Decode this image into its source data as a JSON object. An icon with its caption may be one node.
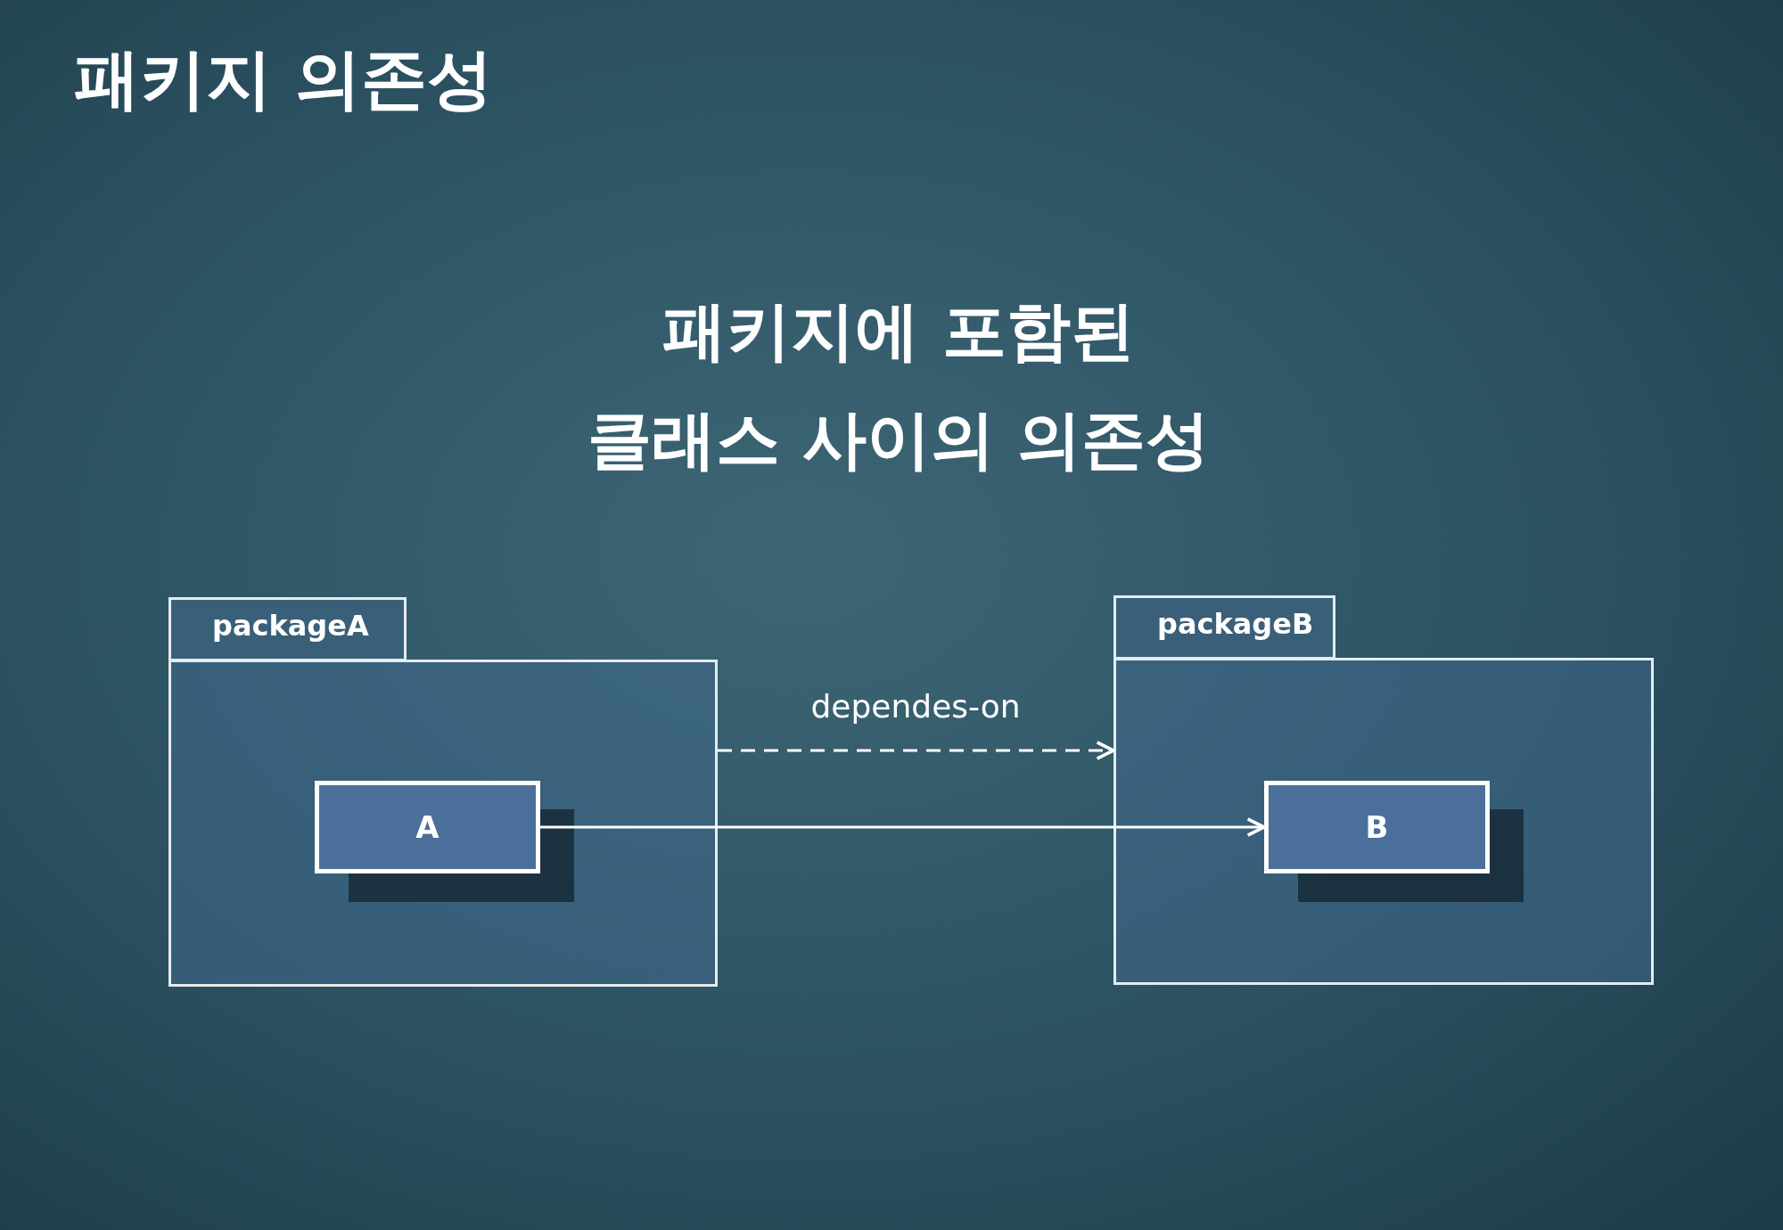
{
  "diagram": {
    "title": "패키지 의존성",
    "nodes": [
      {
        "text": [
          "packageA"
        ]
      },
      {
        "text": [
          "A"
        ],
        "in": 0
      },
      {
        "text": [
          "packageB"
        ]
      },
      {
        "text": [
          "B"
        ],
        "in": 2
      }
    ],
    "edges": [
      {
        "from": 0,
        "to": 2,
        "arrow": "to",
        "style": "dashed",
        "label": "dependes-on"
      },
      {
        "from": 1,
        "to": 3,
        "arrow": "to"
      }
    ],
    "labels": [
      "패키지에 포함된 클래스 사이의 의존성"
    ]
  }
}
